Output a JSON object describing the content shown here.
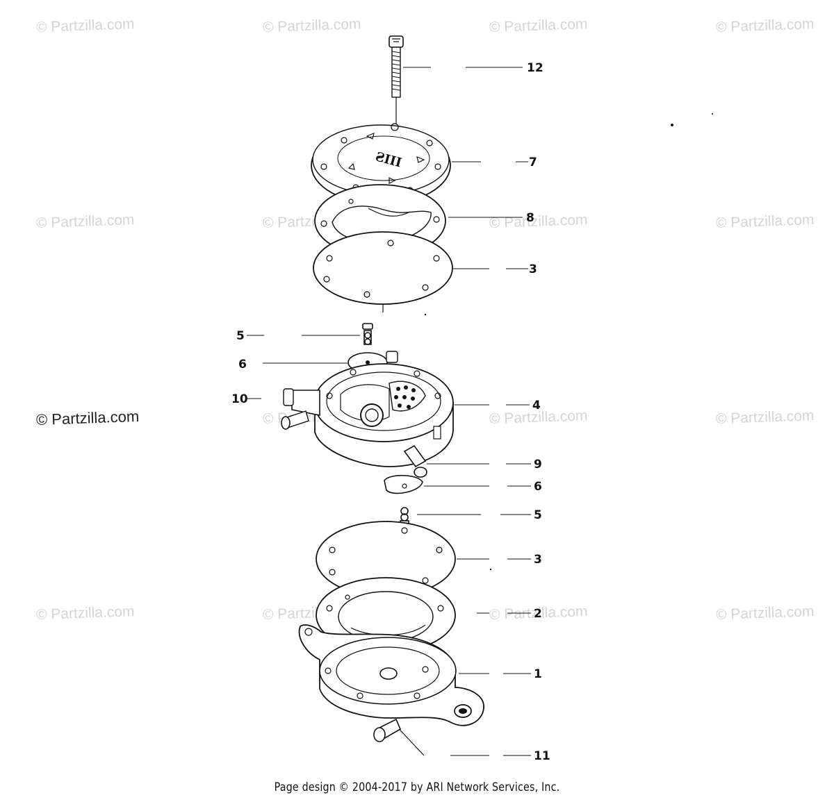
{
  "watermarks": {
    "text": "© Partzilla.com",
    "prominent": "© Partzilla.com"
  },
  "callouts": [
    {
      "id": "c12",
      "label": "12"
    },
    {
      "id": "c7",
      "label": "7"
    },
    {
      "id": "c8",
      "label": "8"
    },
    {
      "id": "c3a",
      "label": "3"
    },
    {
      "id": "c5a",
      "label": "5"
    },
    {
      "id": "c6a",
      "label": "6"
    },
    {
      "id": "c10",
      "label": "10"
    },
    {
      "id": "c4",
      "label": "4"
    },
    {
      "id": "c9",
      "label": "9"
    },
    {
      "id": "c6b",
      "label": "6"
    },
    {
      "id": "c5b",
      "label": "5"
    },
    {
      "id": "c3b",
      "label": "3"
    },
    {
      "id": "c2",
      "label": "2"
    },
    {
      "id": "c1",
      "label": "1"
    },
    {
      "id": "c11",
      "label": "11"
    }
  ],
  "footer": {
    "text": "Page design © 2004-2017 by ARI Network Services, Inc."
  }
}
